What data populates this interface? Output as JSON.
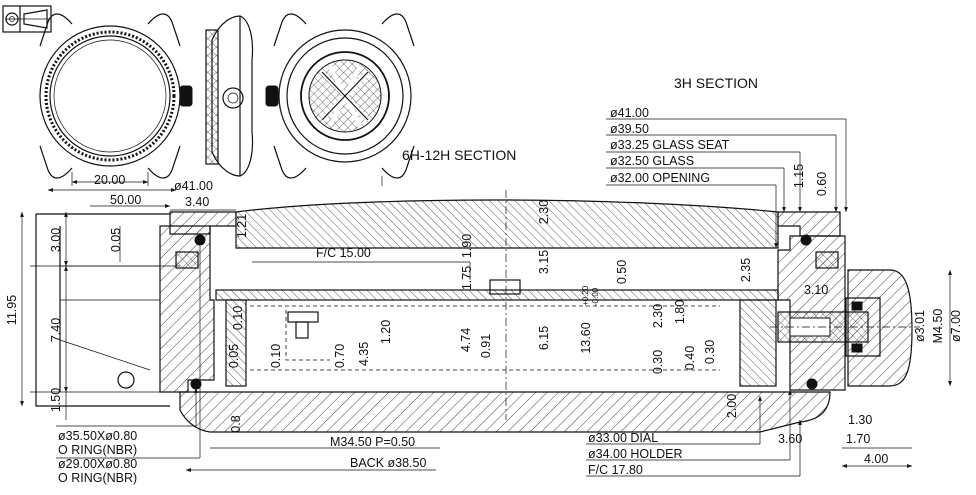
{
  "titles": {
    "section_3h": "3H SECTION",
    "section_6h12h": "6H-12H SECTION"
  },
  "colors": {
    "ink": "#111111",
    "paper": "#ffffff"
  },
  "icons": {
    "projection_symbol": "first-angle-projection-icon"
  },
  "dims_top": {
    "d1": "20.00",
    "d2": "ø41.00",
    "d3": "50.00",
    "d4": "3.40"
  },
  "dims_left": {
    "d1": "11.95",
    "d2": "3.00",
    "d3": "0.05",
    "d4": "7.40",
    "d5": "1.50"
  },
  "callouts_right": {
    "c1": "ø41.00",
    "c2": "ø39.50",
    "c3": "ø33.25 GLASS  SEAT",
    "c4": "ø32.50 GLASS",
    "c5": "ø32.00 OPENING"
  },
  "dims_right_vertical": {
    "d1": "1.15",
    "d2": "0.60"
  },
  "dims_inner_vertical": {
    "d1": "2.30",
    "d2": "1.21",
    "d3": "1.90",
    "d4": "1.75",
    "d5": "3.15",
    "d6": "0.50",
    "d7": "2.35",
    "d8": "0.10",
    "d9": "0.05",
    "d10": "0.10",
    "d11": "0.70",
    "d12": "4.35",
    "d13": "1.20",
    "d14": "4.74",
    "d15": "0.91",
    "d16": "6.15",
    "d17": "13.60",
    "d18": "2.30",
    "d19": "1.80",
    "d20": "0.30",
    "d21": "0.40",
    "d22": "0.30",
    "d23": "2.00",
    "d24": "0.8"
  },
  "tolerance": {
    "upper": "+0.20",
    "lower": "-0.00"
  },
  "fc_top": "F/C  15.00",
  "crown": {
    "d1": "3.10",
    "d2": "ø3.01",
    "d3": "M4.50",
    "d4": "ø7.00",
    "d5": "1.30",
    "d6": "3.60",
    "d7": "1.70",
    "d8": "4.00"
  },
  "bottom_left": {
    "o1": "ø35.50Xø0.80",
    "o1b": "O  RING(NBR)",
    "o2": "ø29.00Xø0.80",
    "o2b": "O  RING(NBR)"
  },
  "bottom_center": {
    "m1": "M34.50  P=0.50",
    "m2": "BACK ø38.50"
  },
  "bottom_right": {
    "b1": "ø33.00 DIAL",
    "b2": "ø34.00 HOLDER",
    "b3": "F/C  17.80"
  }
}
